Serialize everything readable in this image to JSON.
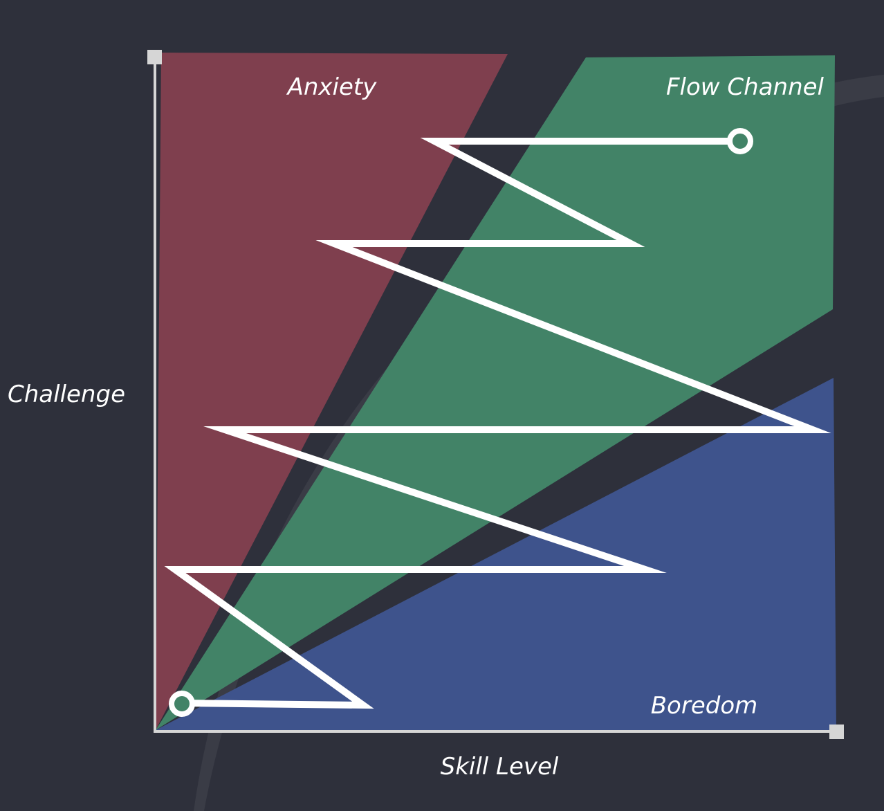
{
  "diagram": {
    "title": "",
    "axes": {
      "x_label": "Skill Level",
      "y_label": "Challenge"
    },
    "zones": {
      "anxiety": {
        "label": "Anxiety",
        "color": "#7f3f4e"
      },
      "flow": {
        "label": "Flow Channel",
        "color": "#428367"
      },
      "boredom": {
        "label": "Boredom",
        "color": "#3e538c"
      }
    },
    "colors": {
      "background": "#2e303b",
      "axis": "#d6d6d6",
      "path": "#ffffff",
      "swoosh": "#ffffff"
    },
    "path": {
      "description_points": 10,
      "start_marker": "filled-circle",
      "end_marker": "open-circle"
    }
  }
}
